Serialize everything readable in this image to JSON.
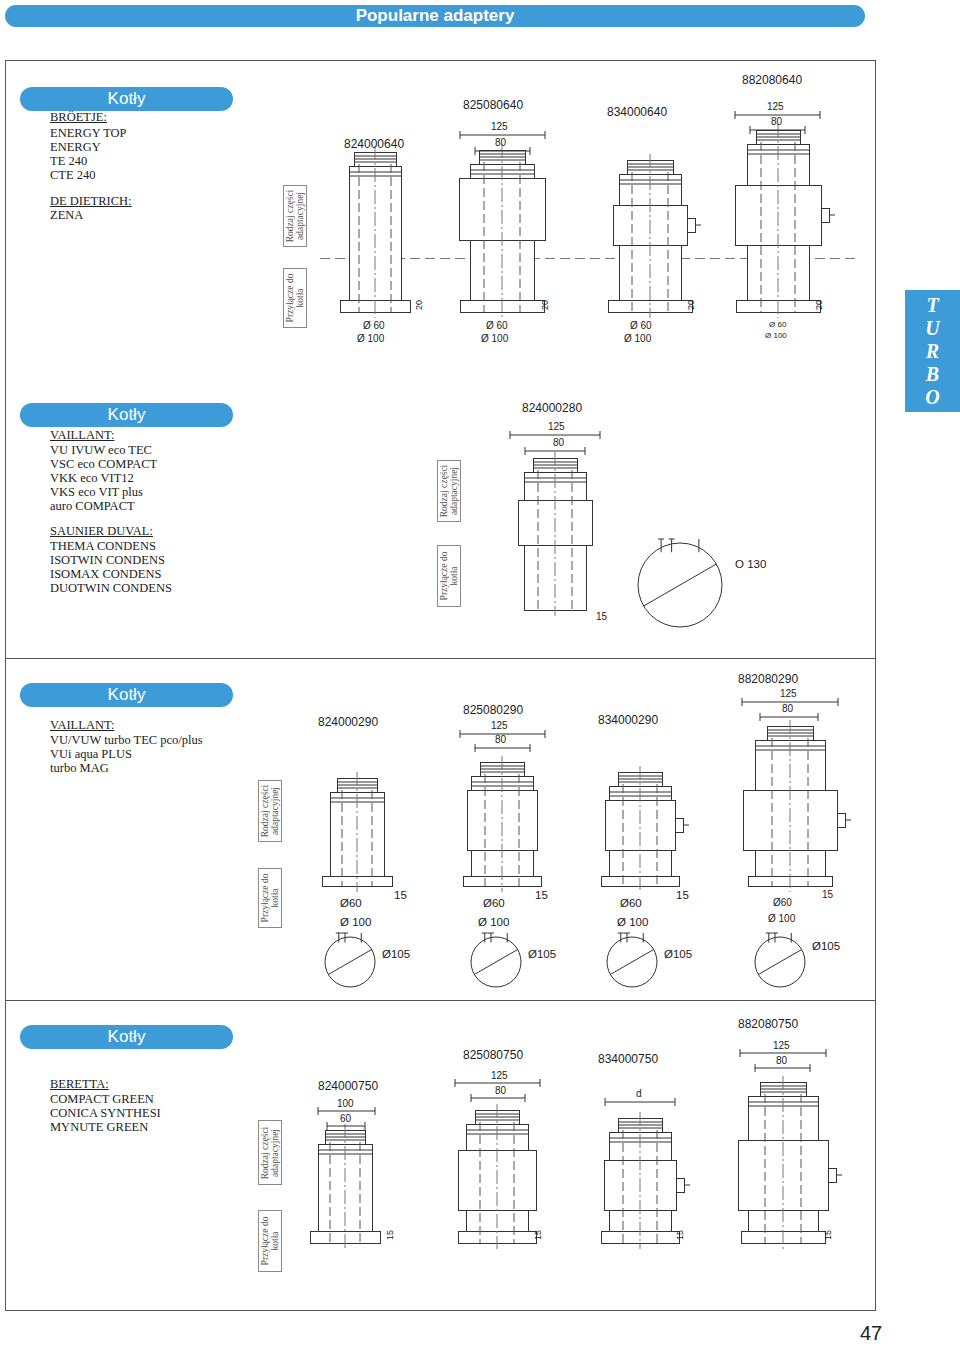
{
  "diagram": {
    "nodes": [
      {
        "text": [
          "Popularne adaptery"
        ]
      },
      {
        "text": [
          "Kotły"
        ]
      },
      {
        "text": [
          "Rodzaj części adaptacyjnej"
        ]
      },
      {
        "text": [
          "Przyłącze do kotła"
        ]
      },
      {
        "text": [
          "TURBO"
        ]
      },
      {
        "text": [
          "Kotły"
        ]
      },
      {
        "text": [
          "Rodzaj części adaptacyjnej"
        ]
      },
      {
        "text": [
          "Przyłącze do kotła"
        ]
      },
      {
        "text": [
          "Kotły"
        ]
      },
      {
        "text": [
          "Rodzaj części adaptacyjnej"
        ]
      },
      {
        "text": [
          "Przyłącze do kotła"
        ]
      },
      {
        "text": [
          "Kotły"
        ]
      },
      {
        "text": [
          "Rodzaj części adaptacyjnej"
        ]
      },
      {
        "text": [
          "Przyłącze do kotła"
        ]
      }
    ],
    "labels": [
      "BRÖETJE:",
      "ENERGY TOP",
      "ENERGY",
      "TE 240",
      "CTE 240",
      "DE DIETRICH:",
      "ZENA",
      "824000640",
      "825080640",
      "125",
      "80",
      "834000640",
      "882080640",
      "125",
      "80",
      "Ø 60",
      "Ø 100",
      "20",
      "Ø 60",
      "Ø 100",
      "20",
      "Ø 60",
      "Ø 100",
      "20",
      "Ø 60",
      "Ø 100",
      "20",
      "VAILLANT:",
      "VU IVUW eco TEC",
      "VSC eco COMPACT",
      "VKK eco VIT12",
      "VKS eco VIT plus",
      "auro COMPACT",
      "SAUNIER DUVAL:",
      "THEMA CONDENS",
      "ISOTWIN CONDENS",
      "ISOMAX CONDENS",
      "DUOTWIN CONDENS",
      "824000280",
      "125",
      "80",
      "15",
      "O 130",
      "VAILLANT:",
      "VU/VUW turbo TEC pco/plus",
      "VUi aqua PLUS",
      "turbo MAG",
      "824000290",
      "825080290",
      "125",
      "80",
      "834000290",
      "882080290",
      "125",
      "80",
      "Ø60",
      "Ø 100",
      "15",
      "Ø105",
      "Ø60",
      "Ø 100",
      "15",
      "Ø105",
      "Ø60",
      "Ø 100",
      "15",
      "Ø105",
      "Ø60",
      "Ø 100",
      "15",
      "Ø105",
      "BERETTA:",
      "COMPACT GREEN",
      "CONICA SYNTHESI",
      "MYNUTE GREEN",
      "824000750",
      "100",
      "60",
      "825080750",
      "125",
      "80",
      "834000750",
      "d",
      "882080750",
      "125",
      "80",
      "15",
      "15",
      "15",
      "15",
      "47"
    ]
  }
}
